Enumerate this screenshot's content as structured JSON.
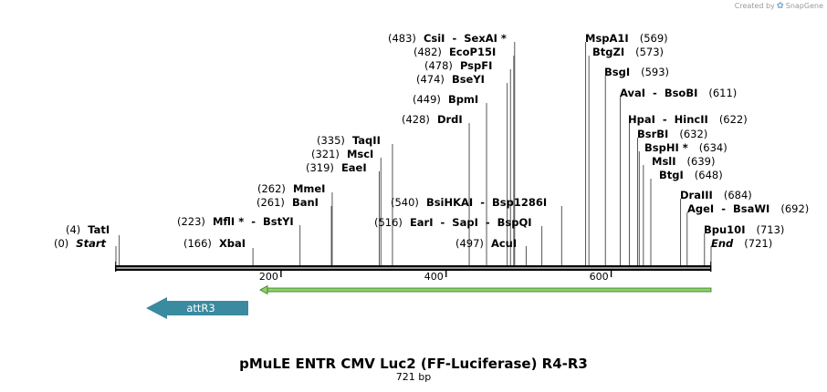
{
  "credit": {
    "prefix": "Created by",
    "brand": "SnapGene"
  },
  "plasmid": {
    "name": "pMuLE ENTR CMV Luc2 (FF-Luciferase) R4-R3",
    "length_label": "721 bp"
  },
  "ruler": {
    "ticks": [
      "200",
      "400",
      "600"
    ]
  },
  "sites": [
    {
      "pos": "(0)",
      "name": "Start",
      "bound": true
    },
    {
      "pos": "(4)",
      "name": "TatI"
    },
    {
      "pos": "(166)",
      "name": "XbaI"
    },
    {
      "pos": "(223)",
      "name": "MflI *  -  BstYI"
    },
    {
      "pos": "(261)",
      "name": "BanI"
    },
    {
      "pos": "(262)",
      "name": "MmeI"
    },
    {
      "pos": "(319)",
      "name": "EaeI"
    },
    {
      "pos": "(321)",
      "name": "MscI"
    },
    {
      "pos": "(335)",
      "name": "TaqII"
    },
    {
      "pos": "(428)",
      "name": "DrdI"
    },
    {
      "pos": "(449)",
      "name": "BpmI"
    },
    {
      "pos": "(474)",
      "name": "BseYI"
    },
    {
      "pos": "(478)",
      "name": "PspFI"
    },
    {
      "pos": "(482)",
      "name": "EcoP15I"
    },
    {
      "pos": "(483)",
      "name": "CsiI  -  SexAI *"
    },
    {
      "pos": "(540)",
      "name": "BsiHKAI  -  Bsp1286I"
    },
    {
      "pos": "(516)",
      "name": "EarI  -  SapI  -  BspQI"
    },
    {
      "pos": "(497)",
      "name": "AcuI"
    },
    {
      "pos": "(569)",
      "name": "MspA1I"
    },
    {
      "pos": "(573)",
      "name": "BtgZI"
    },
    {
      "pos": "(593)",
      "name": "BsgI"
    },
    {
      "pos": "(611)",
      "name": "AvaI  -  BsoBI"
    },
    {
      "pos": "(622)",
      "name": "HpaI  -  HincII"
    },
    {
      "pos": "(632)",
      "name": "BsrBI"
    },
    {
      "pos": "(634)",
      "name": "BspHI *"
    },
    {
      "pos": "(639)",
      "name": "MslI"
    },
    {
      "pos": "(648)",
      "name": "BtgI"
    },
    {
      "pos": "(684)",
      "name": "DraIII"
    },
    {
      "pos": "(692)",
      "name": "AgeI  -  BsaWI"
    },
    {
      "pos": "(713)",
      "name": "Bpu10I"
    },
    {
      "pos": "(721)",
      "name": "End",
      "bound": true
    }
  ],
  "features": [
    {
      "name": "attR3",
      "color": "#3a8aa0",
      "direction": "reverse"
    },
    {
      "name": "",
      "color": "#8fd06a",
      "direction": "reverse"
    }
  ],
  "colors": {
    "backbone": "#000000",
    "tick_line": "#555555"
  }
}
